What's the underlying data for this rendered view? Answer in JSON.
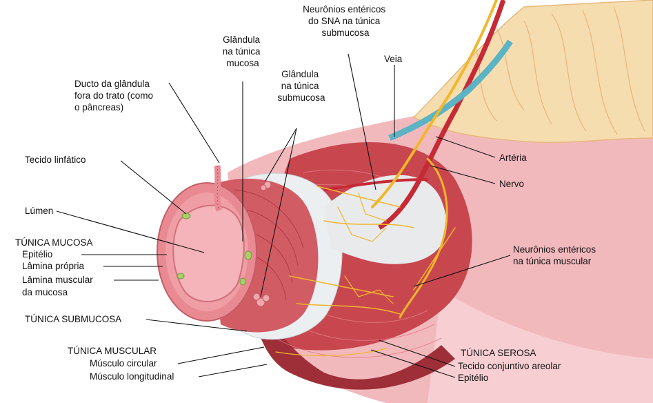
{
  "labels": {
    "neuronios_sna": [
      "Neurônios entéricos",
      "do SNA na túnica",
      "submucosa"
    ],
    "glandula_mucosa": [
      "Glândula",
      "na túnica",
      "mucosa"
    ],
    "glandula_submucosa": [
      "Glândula",
      "na túnica",
      "submucosa"
    ],
    "ducto": [
      "Ducto da glândula",
      "fora do trato (como",
      "o pâncreas)"
    ],
    "veia": "Veia",
    "tecido_linfatico": "Tecido linfático",
    "arteria": "Artéria",
    "nervo": "Nervo",
    "lumen": "Lúmen",
    "tunica_mucosa": "TÚNICA MUCOSA",
    "epitelio": "Epitélio",
    "lamina_propria": "Lâmina própria",
    "lamina_muscular": [
      "Lâmina muscular",
      "da mucosa"
    ],
    "neuronios_muscular": [
      "Neurônios entéricos",
      "na túnica muscular"
    ],
    "tunica_submucosa": "TÚNICA SUBMUCOSA",
    "tunica_muscular": "TÚNICA MUSCULAR",
    "musculo_circular": "Músculo circular",
    "musculo_longitudinal": "Músculo longitudinal",
    "tunica_serosa": "TÚNICA SEROSA",
    "tecido_conjuntivo": "Tecido conjuntivo areolar",
    "epitelio_serosa": "Epitélio"
  },
  "colors": {
    "muscle": "#c8474f",
    "muscle_dark": "#9e2f38",
    "mucosa": "#e98a92",
    "submucosa": "#eceff1",
    "serosa": "#f2b9bd",
    "nerve": "#f1b72b",
    "artery": "#c62a35",
    "vein": "#5bb3c4",
    "mesentery": "#f6ddb0"
  }
}
